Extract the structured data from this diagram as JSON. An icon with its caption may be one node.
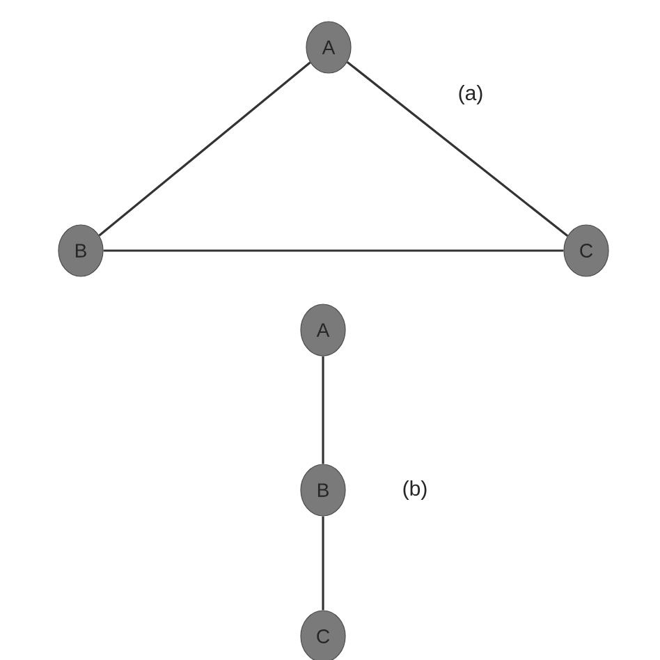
{
  "diagram": {
    "nodes": [
      {
        "text": [
          "A"
        ]
      },
      {
        "text": [
          "B"
        ]
      },
      {
        "text": [
          "C"
        ]
      },
      {
        "text": [
          "A"
        ]
      },
      {
        "text": [
          "B"
        ]
      },
      {
        "text": [
          "C"
        ]
      }
    ],
    "edges": [
      {
        "from": 0,
        "to": 1,
        "arrow": "none"
      },
      {
        "from": 0,
        "to": 2,
        "arrow": "none"
      },
      {
        "from": 1,
        "to": 2,
        "arrow": "none"
      },
      {
        "from": 3,
        "to": 4,
        "arrow": "none"
      },
      {
        "from": 4,
        "to": 5,
        "arrow": "none"
      }
    ],
    "labels": [
      "(a)",
      "(b)"
    ]
  }
}
